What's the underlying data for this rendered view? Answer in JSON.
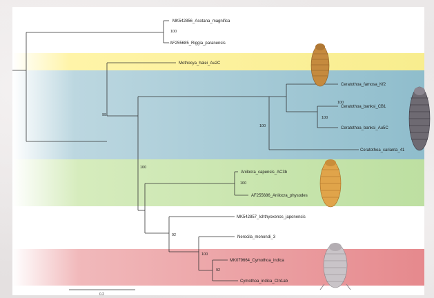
{
  "tips": {
    "asotana": "MK542856_Asotana_magnifica",
    "riggia": "AF255685_Riggia_paranensis",
    "mothocya": "Mothocya_halei_Au2C",
    "c_famosa": "Ceratothoa_famosa_Kf2",
    "c_banksi_cb1": "Ceratothoa_banksi_CB1",
    "c_banksi_au5c": "Ceratothoa_banksi_Au5C",
    "c_carinata": "Ceratothoa_carianta_41",
    "a_capensis": "Anilocra_capensis_AC3b",
    "a_physodes": "AF255686_Anilocra_physodes",
    "ichthyoxenos": "MK542857_Ichthyoxenos_japonensis",
    "nerocila": "Nerocila_monondi_3",
    "cymo_mk": "MK079664_Cymothoa_indica",
    "cymo_cin": "Cymothoa_indica_CIn1ab"
  },
  "bootstrap": {
    "asotana_riggia": "100",
    "main": "99",
    "ceratothoa": "100",
    "banksi_pair": "100",
    "banksi_famosa": "100",
    "lower": "100",
    "anilocra": "100",
    "ichthy_group": "92",
    "cymothoa_group": "100",
    "cymothoa_pair": "92"
  },
  "scale_bar": {
    "label": "0.2"
  },
  "clade_colors": {
    "mothocya": "#f8ed8e",
    "ceratothoa": "#8fbdcc",
    "anilocra": "#bddfa1",
    "cymothoa": "#e6898d"
  },
  "photos": [
    "mothocya-isopod-photo",
    "ceratothoa-isopod-photo",
    "anilocra-isopod-photo",
    "cymothoa-isopod-photo"
  ]
}
